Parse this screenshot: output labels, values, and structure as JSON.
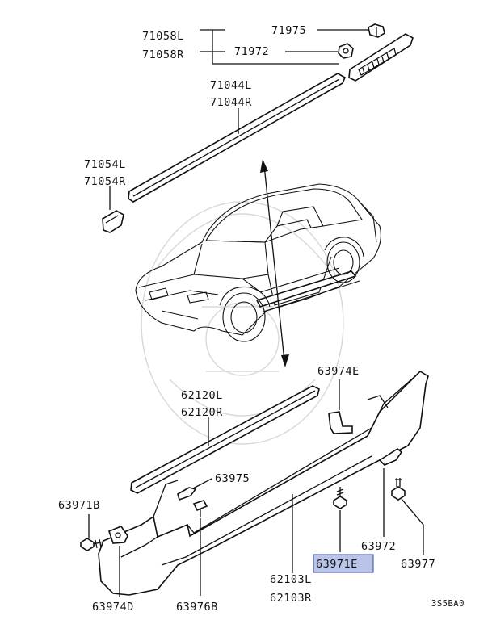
{
  "callouts": {
    "p71058L": "71058L",
    "p71058R": "71058R",
    "p71975": "71975",
    "p71972": "71972",
    "p71044L": "71044L",
    "p71044R": "71044R",
    "p71054L": "71054L",
    "p71054R": "71054R",
    "p63974E": "63974E",
    "p62120L": "62120L",
    "p62120R": "62120R",
    "p63975": "63975",
    "p63971B": "63971B",
    "p63972": "63972",
    "p63977": "63977",
    "p63971E": "63971E",
    "p62103L": "62103L",
    "p62103R": "62103R",
    "p63974D": "63974D",
    "p63976B": "63976B"
  },
  "diagram_code": "3S5BA0",
  "highlight_color": "#b9c4e8",
  "highlight_border": "#3a4a9a"
}
